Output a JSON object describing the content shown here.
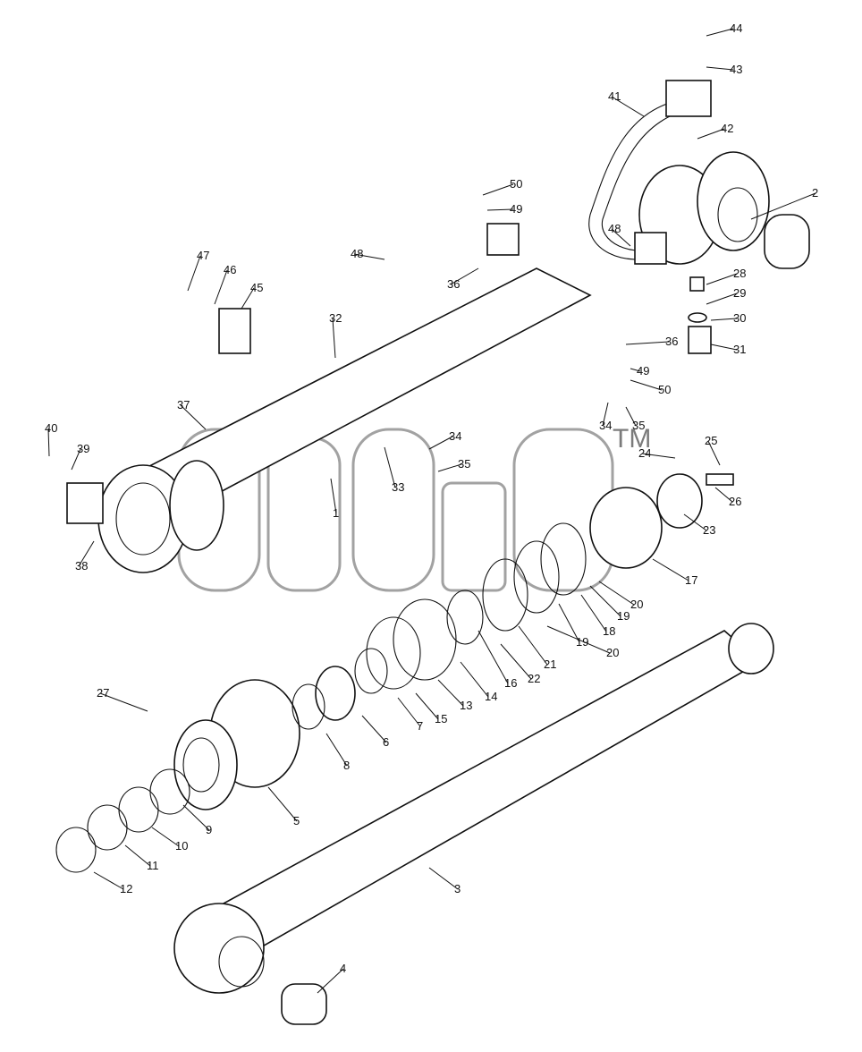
{
  "watermark": {
    "tm": "TM"
  },
  "labels": [
    "1",
    "2",
    "3",
    "4",
    "5",
    "6",
    "7",
    "8",
    "9",
    "10",
    "11",
    "12",
    "13",
    "14",
    "15",
    "16",
    "17",
    "18",
    "19",
    "19",
    "20",
    "20",
    "21",
    "22",
    "23",
    "24",
    "25",
    "26",
    "27",
    "28",
    "29",
    "30",
    "31",
    "32",
    "33",
    "34",
    "34",
    "35",
    "35",
    "36",
    "36",
    "37",
    "38",
    "39",
    "40",
    "41",
    "42",
    "43",
    "44",
    "45",
    "46",
    "47",
    "48",
    "48",
    "49",
    "49",
    "50",
    "50"
  ]
}
